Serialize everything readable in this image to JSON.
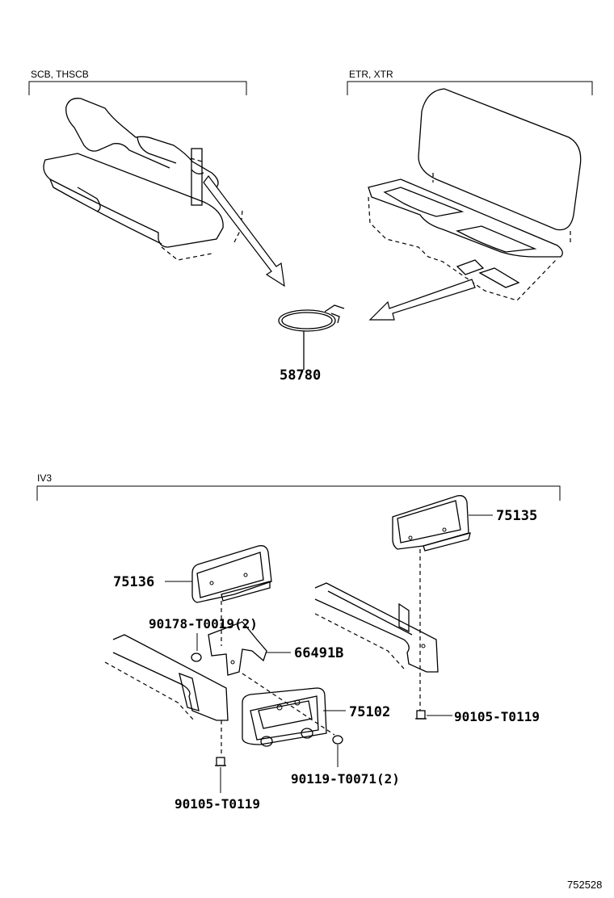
{
  "groups": {
    "seat_scb": "SCB, THSCB",
    "seat_etr": "ETR, XTR",
    "iv3": "IV3"
  },
  "parts": {
    "cord": "58780",
    "plate_right": "75135",
    "plate_left": "75136",
    "nut_left": "90178-T0019(2)",
    "bracket": "66491B",
    "license_bracket": "75102",
    "bolt_right": "90105-T0119",
    "nut_center": "90119-T0071(2)",
    "bolt_left": "90105-T0119"
  },
  "illustration_id": "752528"
}
